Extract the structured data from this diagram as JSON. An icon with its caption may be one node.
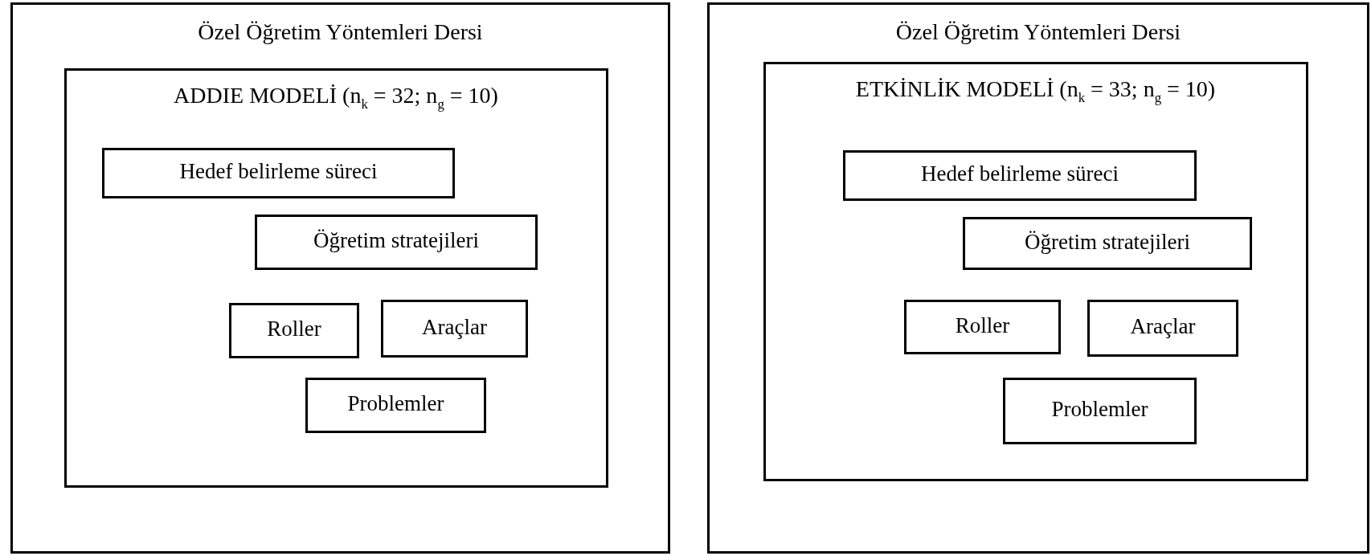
{
  "diagram": {
    "nodes": [
      {
        "text": [
          "Özel Öğretim Yöntemleri Dersi"
        ]
      },
      {
        "text": [
          "ADDIE MODELİ (n$_{k}$ = 32; n$_{g}$ = 10)"
        ],
        "in": 0
      },
      {
        "text": [
          "Hedef belirleme süreci"
        ],
        "in": 1
      },
      {
        "text": [
          "Öğretim stratejileri"
        ],
        "in": 1
      },
      {
        "text": [
          "Roller"
        ],
        "in": 1
      },
      {
        "text": [
          "Araçlar"
        ],
        "in": 1
      },
      {
        "text": [
          "Problemler"
        ],
        "in": 1
      },
      {
        "text": [
          "Özel Öğretim Yöntemleri Dersi"
        ]
      },
      {
        "text": [
          "ETKİNLİK MODELİ (n$_{k}$ = 33; n$_{g}$ = 10)"
        ],
        "in": 7
      },
      {
        "text": [
          "Hedef belirleme süreci"
        ],
        "in": 8
      },
      {
        "text": [
          "Öğretim stratejileri"
        ],
        "in": 8
      },
      {
        "text": [
          "Roller"
        ],
        "in": 8
      },
      {
        "text": [
          "Araçlar"
        ],
        "in": 8
      },
      {
        "text": [
          "Problemler"
        ],
        "in": 8
      }
    ]
  }
}
